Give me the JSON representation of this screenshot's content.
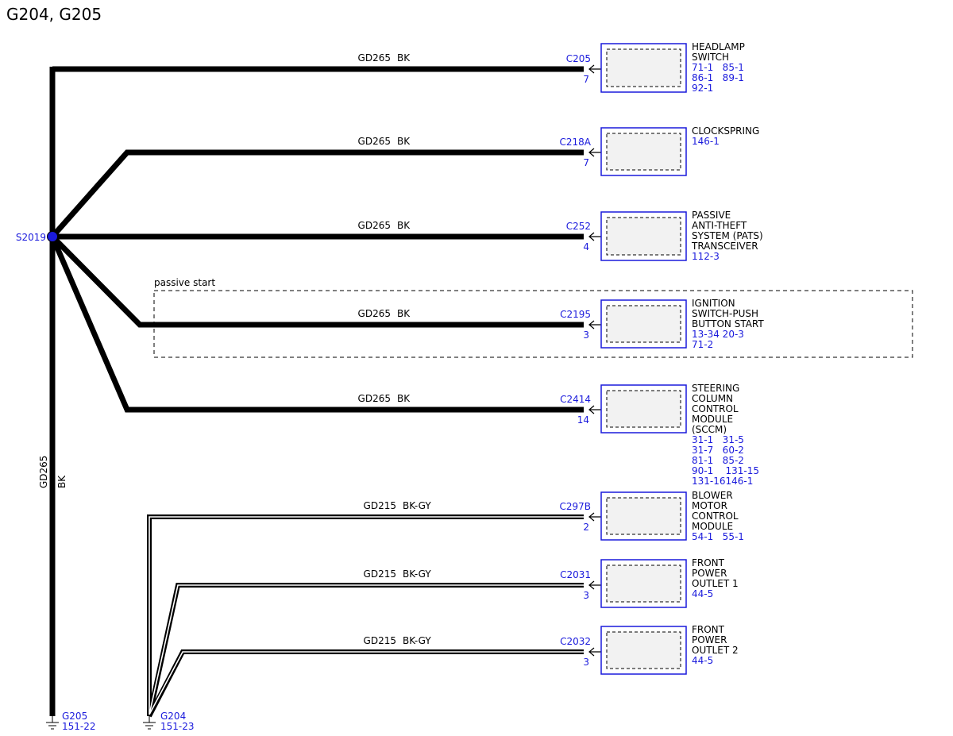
{
  "title": "G204, G205",
  "splice": {
    "id": "S2019"
  },
  "main_wire": {
    "circuit": "GD265",
    "color": "BK"
  },
  "grounds": [
    {
      "id": "G205",
      "ref": "151-22"
    },
    {
      "id": "G204",
      "ref": "151-23"
    }
  ],
  "option_box_label": "passive start",
  "branches": [
    {
      "circuit": "GD265",
      "color": "BK",
      "connector": "C205",
      "pin": "7",
      "component": [
        "HEADLAMP",
        "SWITCH"
      ],
      "refs": [
        "71-1   85-1",
        "86-1   89-1",
        "92-1"
      ]
    },
    {
      "circuit": "GD265",
      "color": "BK",
      "connector": "C218A",
      "pin": "7",
      "component": [
        "CLOCKSPRING"
      ],
      "refs": [
        "146-1"
      ]
    },
    {
      "circuit": "GD265",
      "color": "BK",
      "connector": "C252",
      "pin": "4",
      "component": [
        "PASSIVE",
        "ANTI-THEFT",
        "SYSTEM (PATS)",
        "TRANSCEIVER"
      ],
      "refs": [
        "112-3"
      ]
    },
    {
      "circuit": "GD265",
      "color": "BK",
      "connector": "C2195",
      "pin": "3",
      "component": [
        "IGNITION",
        "SWITCH-PUSH",
        "BUTTON START"
      ],
      "refs": [
        "13-34 20-3",
        "71-2"
      ]
    },
    {
      "circuit": "GD265",
      "color": "BK",
      "connector": "C2414",
      "pin": "14",
      "component": [
        "STEERING",
        "COLUMN",
        "CONTROL",
        "MODULE",
        "(SCCM)"
      ],
      "refs": [
        "31-1   31-5",
        "31-7   60-2",
        "81-1   85-2",
        "90-1    131-15",
        "131-16146-1"
      ]
    },
    {
      "circuit": "GD215",
      "color": "BK-GY",
      "connector": "C297B",
      "pin": "2",
      "component": [
        "BLOWER",
        "MOTOR",
        "CONTROL",
        "MODULE"
      ],
      "refs": [
        "54-1   55-1"
      ]
    },
    {
      "circuit": "GD215",
      "color": "BK-GY",
      "connector": "C2031",
      "pin": "3",
      "component": [
        "FRONT",
        "POWER",
        "OUTLET 1"
      ],
      "refs": [
        "44-5"
      ]
    },
    {
      "circuit": "GD215",
      "color": "BK-GY",
      "connector": "C2032",
      "pin": "3",
      "component": [
        "FRONT",
        "POWER",
        "OUTLET 2"
      ],
      "refs": [
        "44-5"
      ]
    }
  ]
}
